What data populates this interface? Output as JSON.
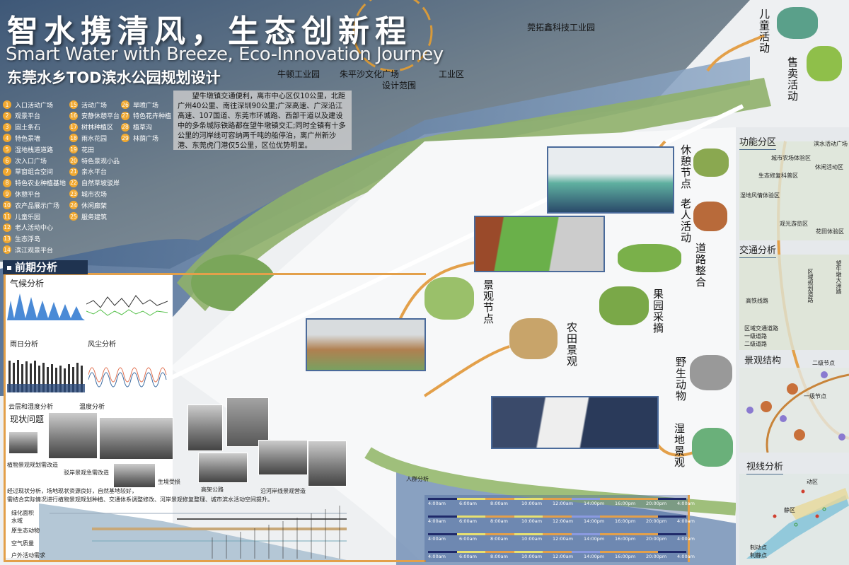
{
  "header": {
    "title_cn": "智水携清风，生态创新程",
    "title_en": "Smart Water with Breeze, Eco-Innovation Journey",
    "subtitle": "东莞水乡TOD滨水公园规划设计"
  },
  "map_labels": {
    "industrial": "工业区",
    "plaza": "朱平沙文化广场",
    "scope": "设计范围",
    "tech_park": "莞拓鑫科技工业园",
    "newton": "牛顿工业园"
  },
  "intro": "望牛墩镇交通便利，离市中心区仅10公里，北距广州40公里、南往深圳90公里;广深高速、广深沿江高速、107国道、东莞市环城路、西部干道以及建设中的多条城际铁路都在望牛墩镇交汇;同时全镇有十多公里的河岸线可容纳两千吨的船停泊，离广州新沙港、东莞虎门港仅5公里，区位优势明显。",
  "legend": [
    "入口活动广场",
    "观景平台",
    "固土条石",
    "特色景墙",
    "湿地栈道道路",
    "次入口广场",
    "草窗组合空间",
    "特色农业种植基地",
    "休憩平台",
    "农产品展示广场",
    "儿童乐园",
    "老人活动中心",
    "生态浮岛",
    "滨江观景平台",
    "活动广场",
    "安静休憩平台",
    "树林种植区",
    "雨水花园",
    "花田",
    "特色景观小品",
    "亲水平台",
    "自然草坡驳岸",
    "城市农场",
    "休闲廊架",
    "服务建筑",
    "旱喷广场",
    "特色花卉种植",
    "植草沟",
    "林荫广场"
  ],
  "analysis": {
    "heading": "前期分析",
    "climate": "气候分析",
    "rain": "雨日分析",
    "wind": "风尘分析",
    "cloud": "云层和湿度分析",
    "temp": "温度分析",
    "status_title": "现状问题",
    "photo_labels": [
      "植物景观规划需改造",
      "驳岸景观急需改造",
      "生境受损",
      "高架公路",
      "沿河岸线景观营造"
    ],
    "summary": [
      "经过现状分析，场地现状资源良好，自然基地较好，",
      "需结合实际情况进行植物景观规划种植、交通体系调整修改、河岸景观修复整理、城市滨水活动空间提升。"
    ],
    "factors": [
      "绿化面积",
      "水域",
      "原生态动物",
      "空气质量",
      "户外活动需求"
    ]
  },
  "vignettes": {
    "children": "儿童活动",
    "vendor": "售卖活动",
    "rest": "休憩节点",
    "elderly": "老人活动",
    "road": "道路整合",
    "node": "景观节点",
    "orchard": "果园采摘",
    "farm": "农田景观",
    "wildlife": "野生动物",
    "wetland": "湿地景观"
  },
  "crowd": {
    "title": "人群分析",
    "times": [
      "4:00am",
      "6:00am",
      "8:00am",
      "10:00am",
      "12:00am",
      "14:00pm",
      "16:00pm",
      "20:00pm",
      "4:00am"
    ]
  },
  "right": {
    "function": {
      "title": "功能分区",
      "zones": [
        "滨水活动广场",
        "城市农场体验区",
        "休闲活动区",
        "生态修复科普区",
        "湿地风情体验区",
        "观光游览区",
        "花田体验区"
      ]
    },
    "traffic": {
      "title": "交通分析",
      "labels": [
        "区域规划道路",
        "望牛墩大洲路",
        "高铁线路",
        "区域交通道路",
        "一级道路",
        "二级道路"
      ]
    },
    "structure": {
      "title": "景观结构",
      "labels": [
        "二级节点",
        "一级节点"
      ]
    },
    "sight": {
      "title": "视线分析",
      "labels": [
        "动区",
        "静区",
        "制动点",
        "制静点"
      ]
    }
  },
  "colors": {
    "accent": "#e3a04a",
    "navy": "#1f3350",
    "water": "#5d7fa6"
  }
}
